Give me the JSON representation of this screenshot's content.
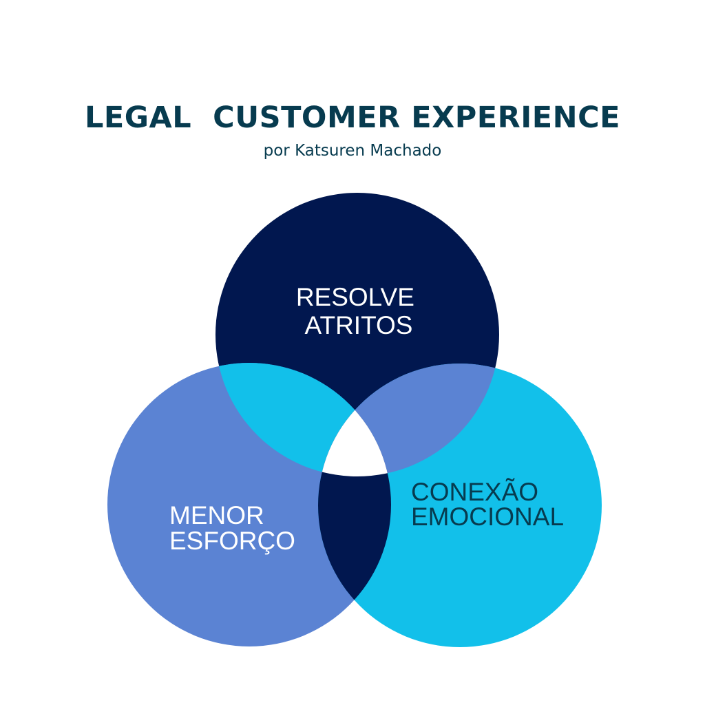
{
  "header": {
    "title": "LEGAL  CUSTOMER EXPERIENCE",
    "subtitle": "por Katsuren Machado"
  },
  "colors": {
    "title": "#073b4f",
    "navy": "#01174f",
    "medium_blue": "#5b83d3",
    "cyan": "#12c0ea",
    "white": "#ffffff",
    "label_dark": "#073b4f"
  },
  "venn": {
    "circles": [
      {
        "id": "top",
        "label_lines": [
          "RESOLVE",
          "ATRITOS"
        ],
        "fill": "#01174f",
        "label_color": "#ffffff"
      },
      {
        "id": "left",
        "label_lines": [
          "MENOR",
          "ESFORÇO"
        ],
        "fill": "#5b83d3",
        "label_color": "#ffffff"
      },
      {
        "id": "right",
        "label_lines": [
          "CONEXÃO",
          "EMOCIONAL"
        ],
        "fill": "#12c0ea",
        "label_color": "#073b4f"
      }
    ],
    "overlaps": {
      "top_left": "#12c0ea",
      "top_right": "#5b83d3",
      "left_right": "#01174f",
      "all": "#ffffff"
    }
  }
}
